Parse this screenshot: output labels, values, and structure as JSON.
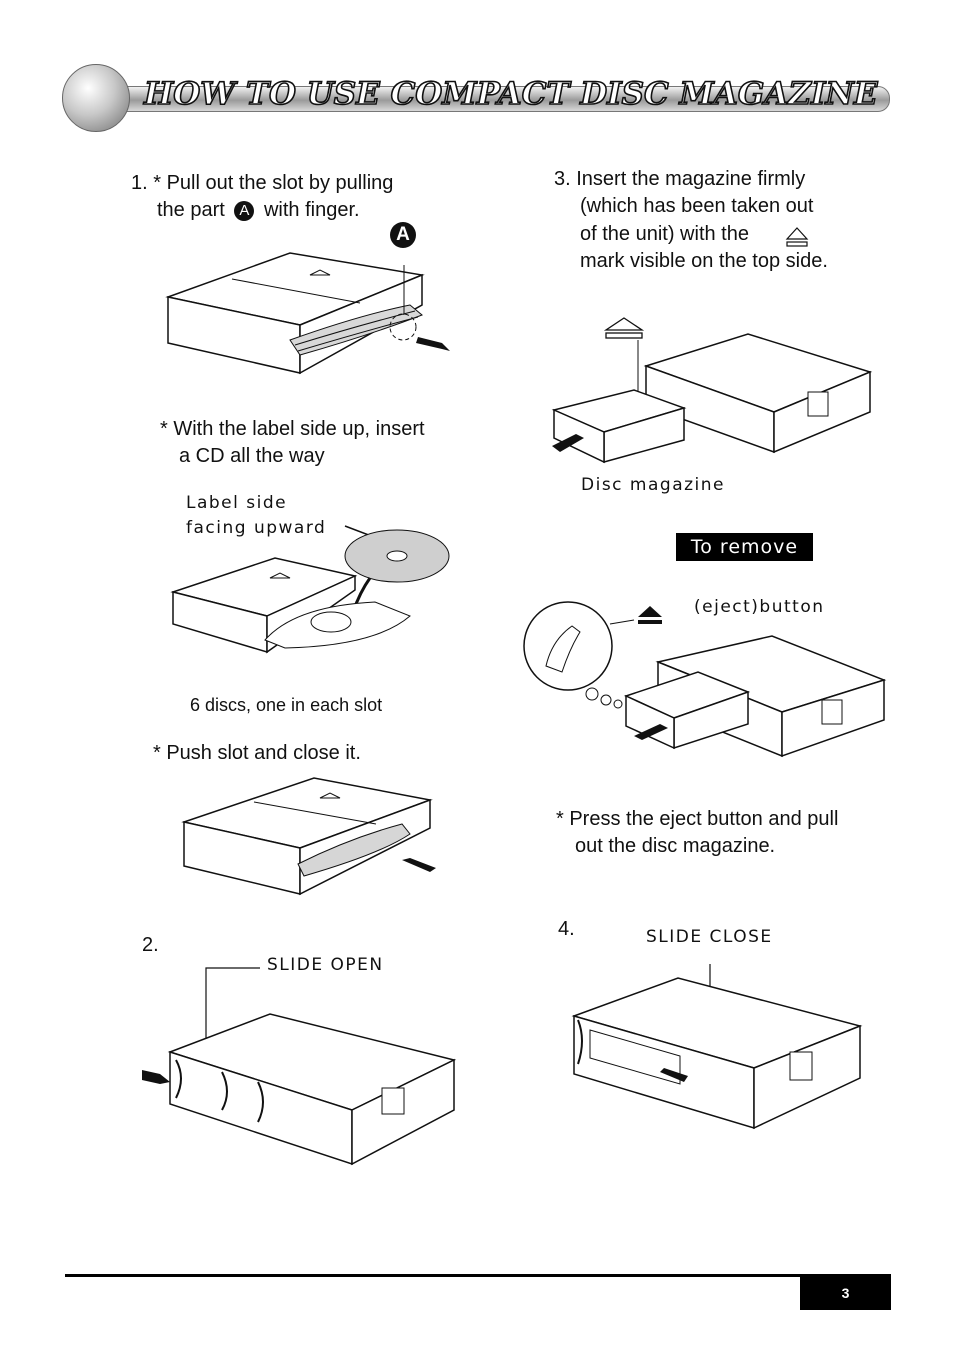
{
  "header": {
    "title": "HOW TO USE COMPACT DISC MAGAZINE"
  },
  "step1": {
    "line1": "1. * Pull out the slot by pulling",
    "line2_pre": "the part",
    "part_marker": "A",
    "line2_post": "with finger.",
    "callout_letter": "A"
  },
  "insert_cd": {
    "line1": "* With the label side up, insert",
    "line2": "a CD all the way",
    "label_line1": "Label side",
    "label_line2": "facing upward",
    "caption": "6 discs, one in each slot"
  },
  "push": {
    "text": "* Push slot and close it."
  },
  "step2": {
    "number": "2.",
    "label": "SLIDE  OPEN"
  },
  "step3": {
    "line1": "3. Insert the magazine firmly",
    "line2": "(which has been taken out",
    "line3": "of the unit) with the",
    "line4": "mark visible on the top side.",
    "magazine_label": "Disc magazine"
  },
  "remove": {
    "heading": "To remove",
    "eject_label": "(eject)button",
    "line1": "*  Press the eject button and pull",
    "line2": "out the disc magazine."
  },
  "step4": {
    "number": "4.",
    "label": "SLIDE  CLOSE"
  },
  "footer": {
    "page_number": "3"
  }
}
